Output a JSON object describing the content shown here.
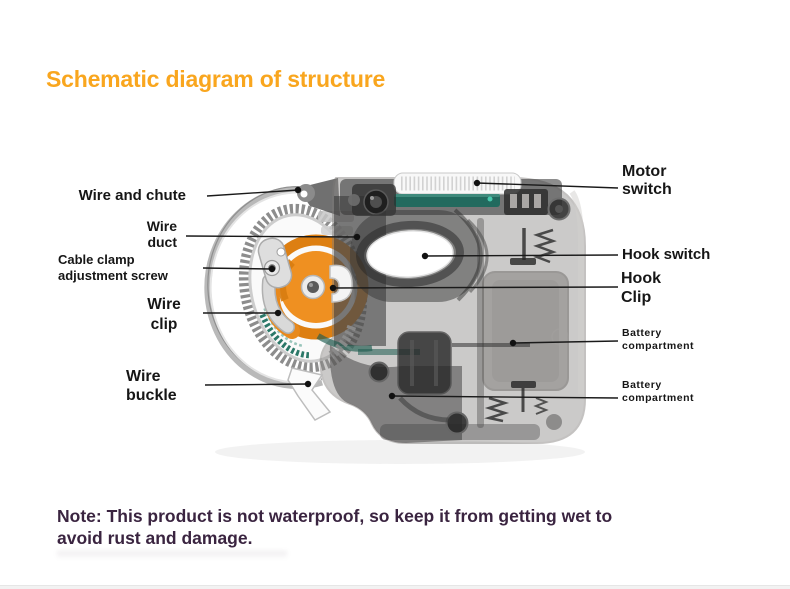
{
  "page": {
    "title": "Schematic diagram of structure",
    "note": "Note: This product is not waterproof, so keep it from getting wet to\navoid rust and damage."
  },
  "callouts": {
    "left": {
      "wire_and_chute": "Wire and chute",
      "wire_duct": "Wire\nduct",
      "cable_clamp_adjustment_screw": "Cable clamp\nadjustment screw",
      "wire_clip": "Wire\nclip",
      "wire_buckle": "Wire\nbuckle"
    },
    "right": {
      "motor_switch": "Motor\nswitch",
      "hook_switch": "Hook switch",
      "hook_clip": "Hook\nClip",
      "battery_compartment_top": "Battery\ncompartment",
      "battery_compartment_bottom": "Battery\ncompartment"
    }
  },
  "colors": {
    "title_text": "#F9A61E",
    "label_text": "#161616",
    "note_text": "#3A2440",
    "leader_line": "#1a1a1a",
    "accent_orange": "#EF9021",
    "accent_teal": "#1D695D",
    "device_body_gray": "#8E8B89"
  }
}
